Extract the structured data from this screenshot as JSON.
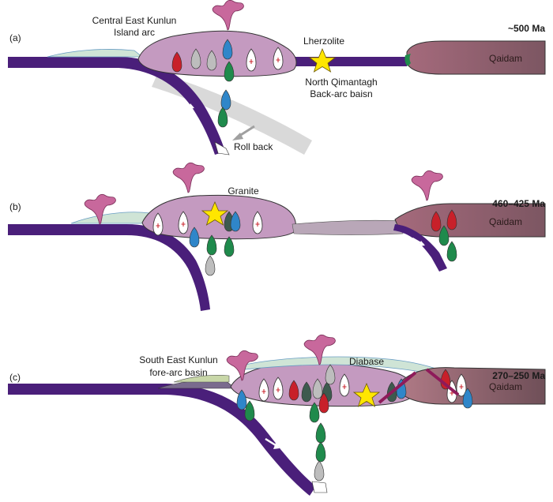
{
  "panels": [
    {
      "letter": "(a)",
      "age": "~500 Ma",
      "labels": {
        "arc_line1": "Central East Kunlun",
        "arc_line2": "Island arc",
        "lherzolite": "Lherzolite",
        "basin_line1": "North Qimantagh",
        "basin_line2": "Back-arc baisn",
        "rollback": "Roll back",
        "qaidam": "Qaidam"
      }
    },
    {
      "letter": "(b)",
      "age": "460–425 Ma",
      "labels": {
        "granite": "Granite",
        "qaidam": "Qaidam"
      }
    },
    {
      "letter": "(c)",
      "age": "270–250 Ma",
      "labels": {
        "forearc_line1": "South East Kunlun",
        "forearc_line2": "fore-arc basin",
        "diabase": "Diabase",
        "qaidam": "Qaidam"
      }
    }
  ],
  "colors": {
    "oceanic_plate": "#4a1f7a",
    "arc_crust": "#c49ac0",
    "qaidam_crust": "#8f5a6a",
    "granite_white": "#ffffff",
    "intrusion_red": "#c8202a",
    "intrusion_green": "#1f8a4c",
    "intrusion_blue": "#2f86c9",
    "intrusion_gray": "#b9b9b9",
    "star": "#ffe600",
    "volcanic_plume": "#c8689c",
    "sediment_cover": "#c8e0c8",
    "rollback_arrow": "#d0d0d0"
  }
}
